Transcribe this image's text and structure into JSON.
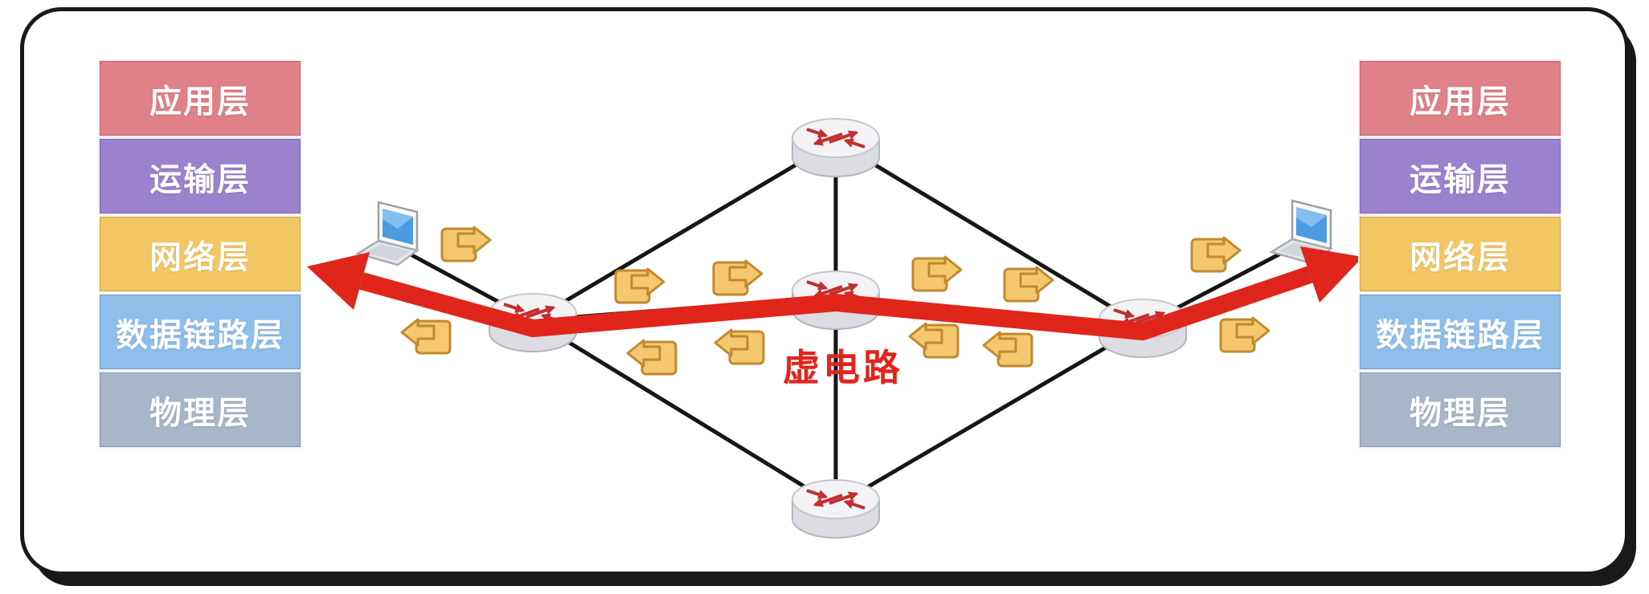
{
  "card": {
    "background": "#FFFFFF",
    "outline_color": "#191919"
  },
  "labels": {
    "virtual_circuit": "虚电路"
  },
  "protocol_stack": {
    "text_color": "#FFFFFF",
    "layers": [
      {
        "label": "应用层",
        "color": "#DF8186"
      },
      {
        "label": "运输层",
        "color": "#9A82CF"
      },
      {
        "label": "网络层",
        "color": "#F2C763"
      },
      {
        "label": "数据链路层",
        "color": "#8FBEEA"
      },
      {
        "label": "物理层",
        "color": "#A9B5C8"
      }
    ]
  },
  "topology": {
    "router_count": 5,
    "laptop_count": 2,
    "link_color": "#161616",
    "virtual_circuit_color": "#E0251B",
    "packet_fill": "#F5C76F",
    "packet_border": "#C08A2D",
    "icons": [
      "router-icon",
      "laptop-icon",
      "packet-icon"
    ]
  }
}
